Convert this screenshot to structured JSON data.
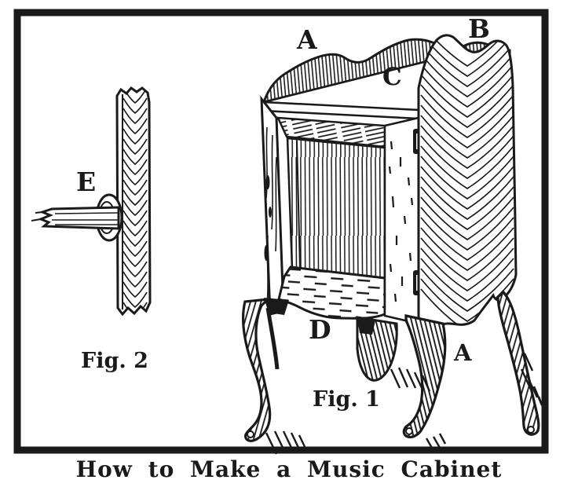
{
  "page": {
    "caption": "How to Make a Music Cabinet",
    "ink_color": "#1a1a1a",
    "paper_color": "#ffffff"
  },
  "fig1": {
    "label": "Fig. 1",
    "parts": {
      "top_back_left": "A",
      "top_back_right": "B",
      "top_shelf": "C",
      "front_bottom_rail": "D",
      "side_panel_leg": "A"
    }
  },
  "fig2": {
    "label": "Fig. 2",
    "parts": {
      "wall_peg_detail": "E"
    }
  }
}
